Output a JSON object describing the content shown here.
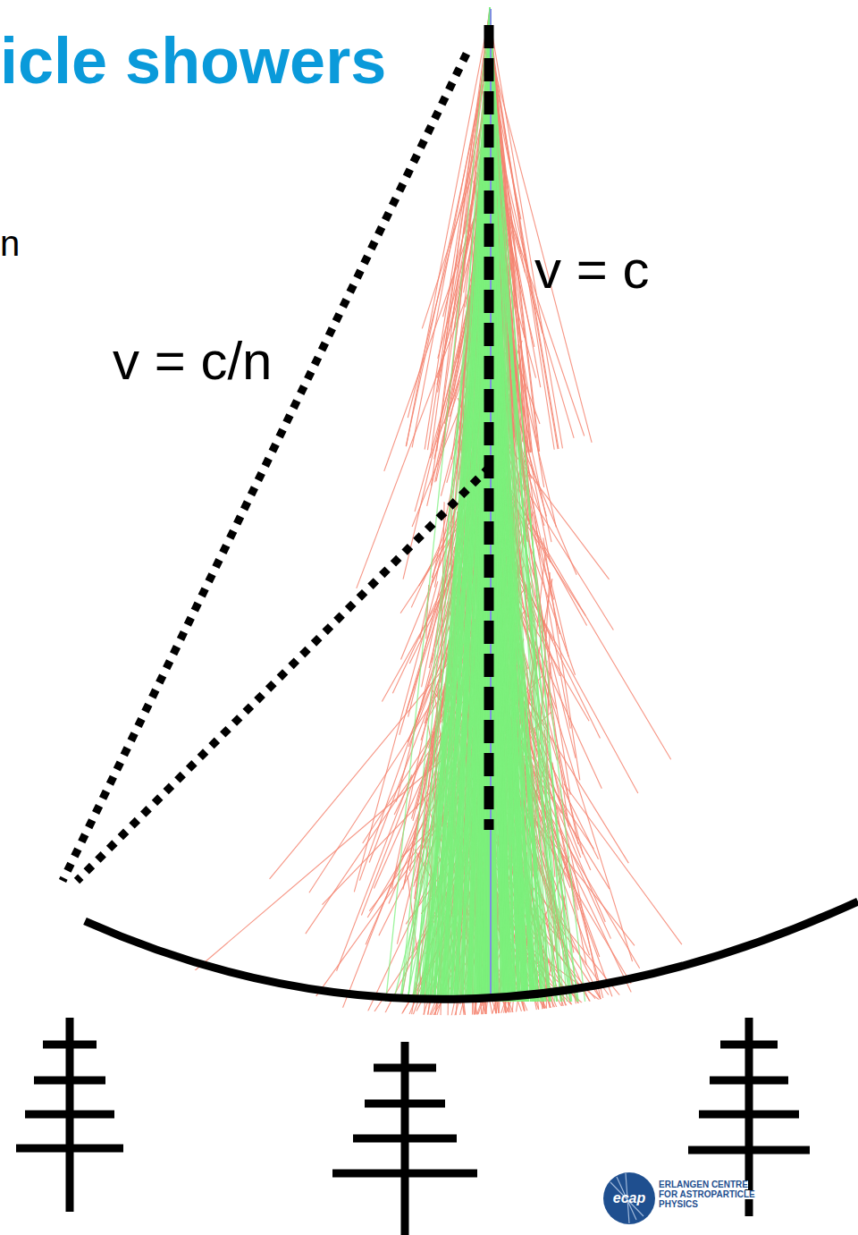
{
  "diagram": {
    "title": "icle showers",
    "labels": [
      "n",
      "v = c",
      "v = c/n",
      "ecap",
      "ERLANGEN CENTRE",
      "FOR ASTROPARTICLE",
      "PHYSICS"
    ]
  }
}
